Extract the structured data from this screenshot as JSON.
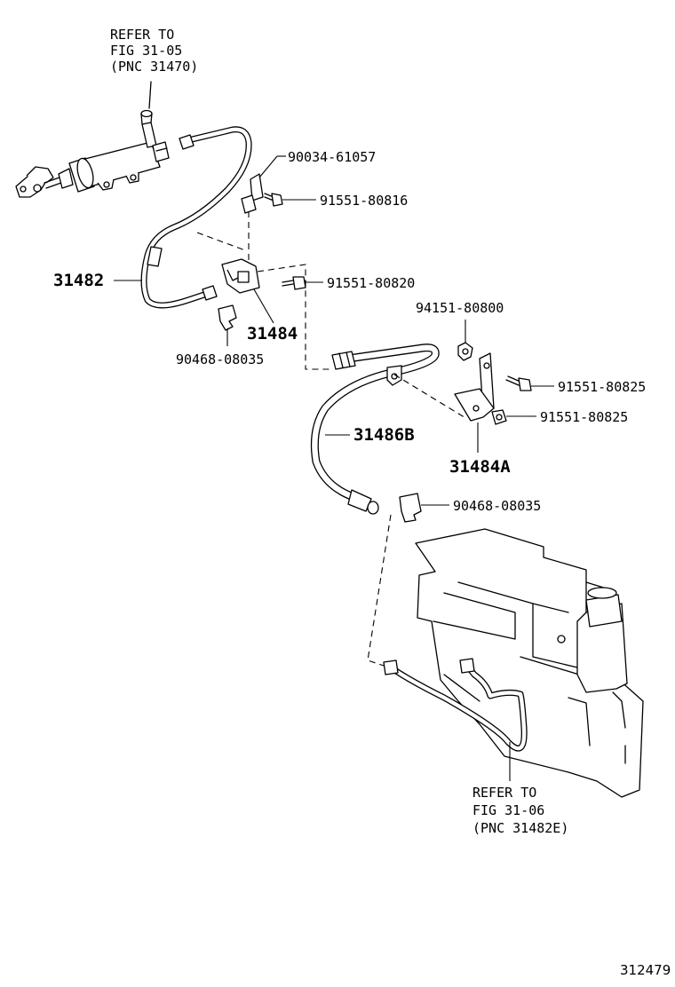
{
  "references": {
    "top": {
      "line1": "REFER TO",
      "line2": "FIG 31-05",
      "line3": "(PNC 31470)"
    },
    "bottom": {
      "line1": "REFER TO",
      "line2": "FIG 31-06",
      "line3": "(PNC 31482E)"
    }
  },
  "parts": {
    "p90034_61057": "90034-61057",
    "p91551_80816": "91551-80816",
    "p31482": "31482",
    "p91551_80820": "91551-80820",
    "p31484": "31484",
    "p90468_08035_a": "90468-08035",
    "p94151_80800": "94151-80800",
    "p91551_80825_a": "91551-80825",
    "p91551_80825_b": "91551-80825",
    "p31486B": "31486B",
    "p31484A": "31484A",
    "p90468_08035_b": "90468-08035"
  },
  "figure_number": "312479"
}
